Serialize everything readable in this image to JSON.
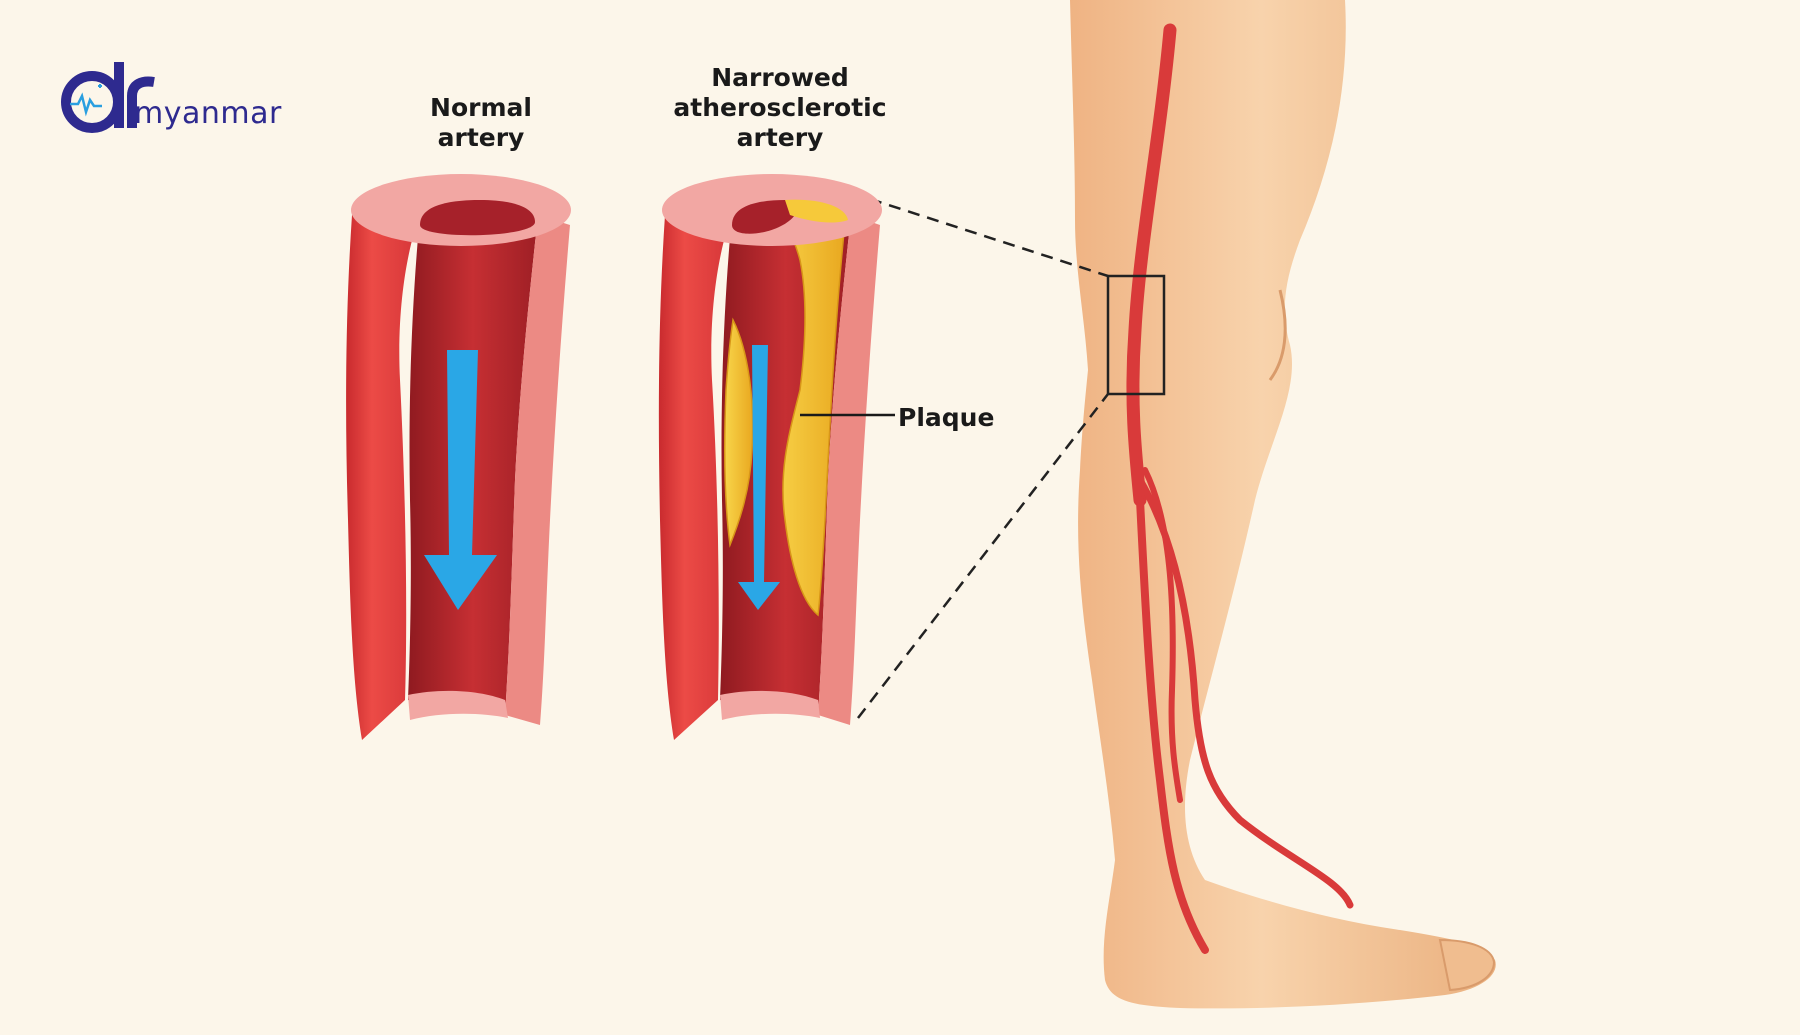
{
  "logo": {
    "text": "myanmar",
    "brand_color": "#2e2a8f",
    "accent_color": "#2a9fe0"
  },
  "labels": {
    "normal": [
      "Normal",
      "artery"
    ],
    "narrowed": [
      "Narrowed",
      "atherosclerotic",
      "artery"
    ],
    "plaque": "Plaque"
  },
  "colors": {
    "background": "#fcf6ea",
    "artery_wall": "#e23c3c",
    "artery_inner": "#b8232a",
    "artery_rim": "#f2a7a3",
    "plaque": "#f4c431",
    "blood_flow_arrow": "#2aa7e6",
    "skin": "#f5c79b",
    "leg_artery": "#d93a3a"
  },
  "icons": {
    "flow": "blood-flow-arrow",
    "logo": "dr-myanmar-logo"
  }
}
